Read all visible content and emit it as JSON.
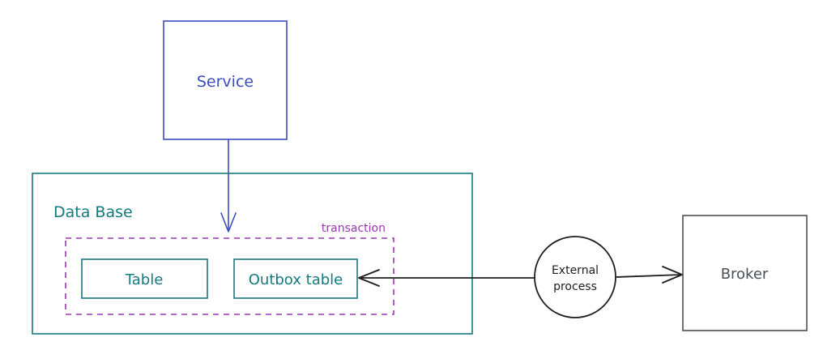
{
  "diagram": {
    "nodes": {
      "service": {
        "label": "Service"
      },
      "database": {
        "label": "Data Base"
      },
      "transaction": {
        "label": "transaction"
      },
      "table": {
        "label": "Table"
      },
      "outbox": {
        "label": "Outbox table"
      },
      "external": {
        "label_line1": "External",
        "label_line2": "process"
      },
      "broker": {
        "label": "Broker"
      }
    },
    "colors": {
      "service": "#3b4cc0",
      "database": "#137a7f",
      "transaction": "#9c36b5",
      "neutral": "#1e1e1e",
      "broker": "#495057"
    }
  }
}
